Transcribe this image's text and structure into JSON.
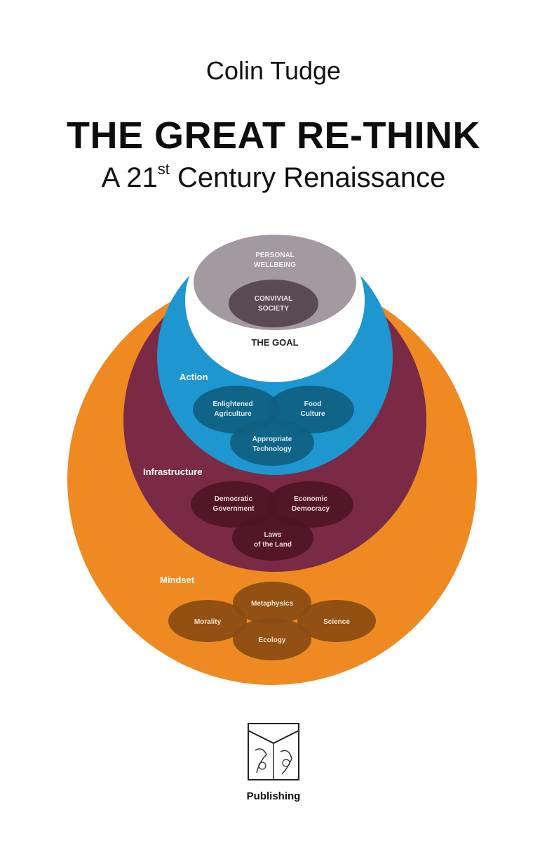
{
  "cover": {
    "author": "Colin Tudge",
    "title": "THE GREAT RE-THINK",
    "subtitle_prefix": "A 21",
    "subtitle_sup": "st",
    "subtitle_suffix": " Century Renaissance"
  },
  "diagram": {
    "top_ring_label_1": "PERSONAL",
    "top_ring_label_2": "WELLBEING",
    "top_inner_label_1": "CONVIVIAL",
    "top_inner_label_2": "SOCIETY",
    "goal_label": "THE GOAL",
    "action": {
      "label": "Action",
      "items": [
        {
          "line1": "Enlightened",
          "line2": "Agriculture"
        },
        {
          "line1": "Food",
          "line2": "Culture"
        },
        {
          "line1": "Appropriate",
          "line2": "Technology"
        }
      ]
    },
    "infrastructure": {
      "label": "Infrastructure",
      "items": [
        {
          "line1": "Democratic",
          "line2": "Government"
        },
        {
          "line1": "Economic",
          "line2": "Democracy"
        },
        {
          "line1": "Laws",
          "line2": "of the Land"
        }
      ]
    },
    "mindset": {
      "label": "Mindset",
      "items": [
        "Morality",
        "Metaphysics",
        "Science",
        "Ecology"
      ]
    }
  },
  "publisher": {
    "name": "Publishing"
  },
  "colors": {
    "orange": "#ef8a22",
    "maroon": "#7a2a45",
    "blue": "#1e97d0",
    "grey": "#a29aa0",
    "dark_grey": "#5a4a52",
    "blue_dark": "#0f5f80",
    "maroon_dark": "#4d1526",
    "brown": "#8a4c12"
  }
}
